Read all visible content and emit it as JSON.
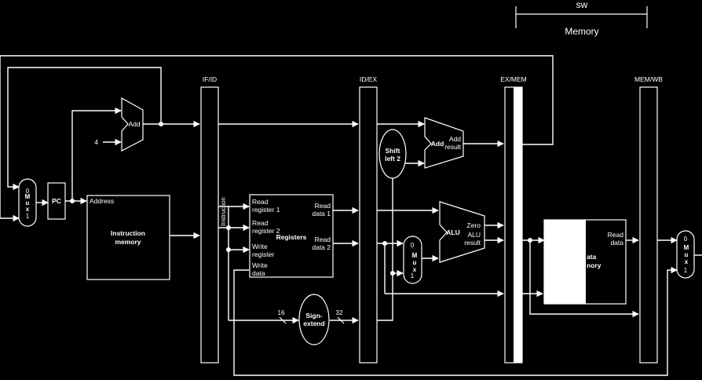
{
  "header": {
    "instruction": "sw",
    "stage": "Memory"
  },
  "pipeline_registers": {
    "if_id": "IF/ID",
    "id_ex": "ID/EX",
    "ex_mem": "EX/MEM",
    "mem_wb": "MEM/WB"
  },
  "pc": {
    "mux_top": "0",
    "mux_letters": [
      "M",
      "u",
      "x"
    ],
    "mux_bottom": "1",
    "label": "PC"
  },
  "pc_adder": {
    "label": "Add",
    "constant": "4"
  },
  "instruction_memory": {
    "address": "Address",
    "line1": "Instruction",
    "line2": "memory",
    "instruction_label": "Instruction"
  },
  "registers": {
    "read_register_1_a": "Read",
    "read_register_1_b": "register 1",
    "read_register_2_a": "Read",
    "read_register_2_b": "register 2",
    "write_register_a": "Write",
    "write_register_b": "register",
    "write_data_a": "Write",
    "write_data_b": "data",
    "title": "Registers",
    "read_data_1_a": "Read",
    "read_data_1_b": "data 1",
    "read_data_2_a": "Read",
    "read_data_2_b": "data 2"
  },
  "sign_extend": {
    "line1": "Sign-",
    "line2": "extend",
    "in_width": "16",
    "out_width": "32"
  },
  "shift_left": {
    "line1": "Shift",
    "line2": "left 2"
  },
  "branch_adder": {
    "label": "Add",
    "result_a": "Add",
    "result_b": "result"
  },
  "alu_src_mux": {
    "top": "0",
    "letters": [
      "M",
      "u",
      "x"
    ],
    "bottom": "1"
  },
  "alu": {
    "label": "ALU",
    "zero": "Zero",
    "result_a": "ALU",
    "result_b": "result"
  },
  "data_memory": {
    "read_data_a": "Read",
    "read_data_b": "data",
    "partial_line1": "ata",
    "partial_line2": "nory"
  },
  "wb_mux": {
    "top": "0",
    "letters": [
      "M",
      "u",
      "x"
    ],
    "bottom": "1"
  }
}
